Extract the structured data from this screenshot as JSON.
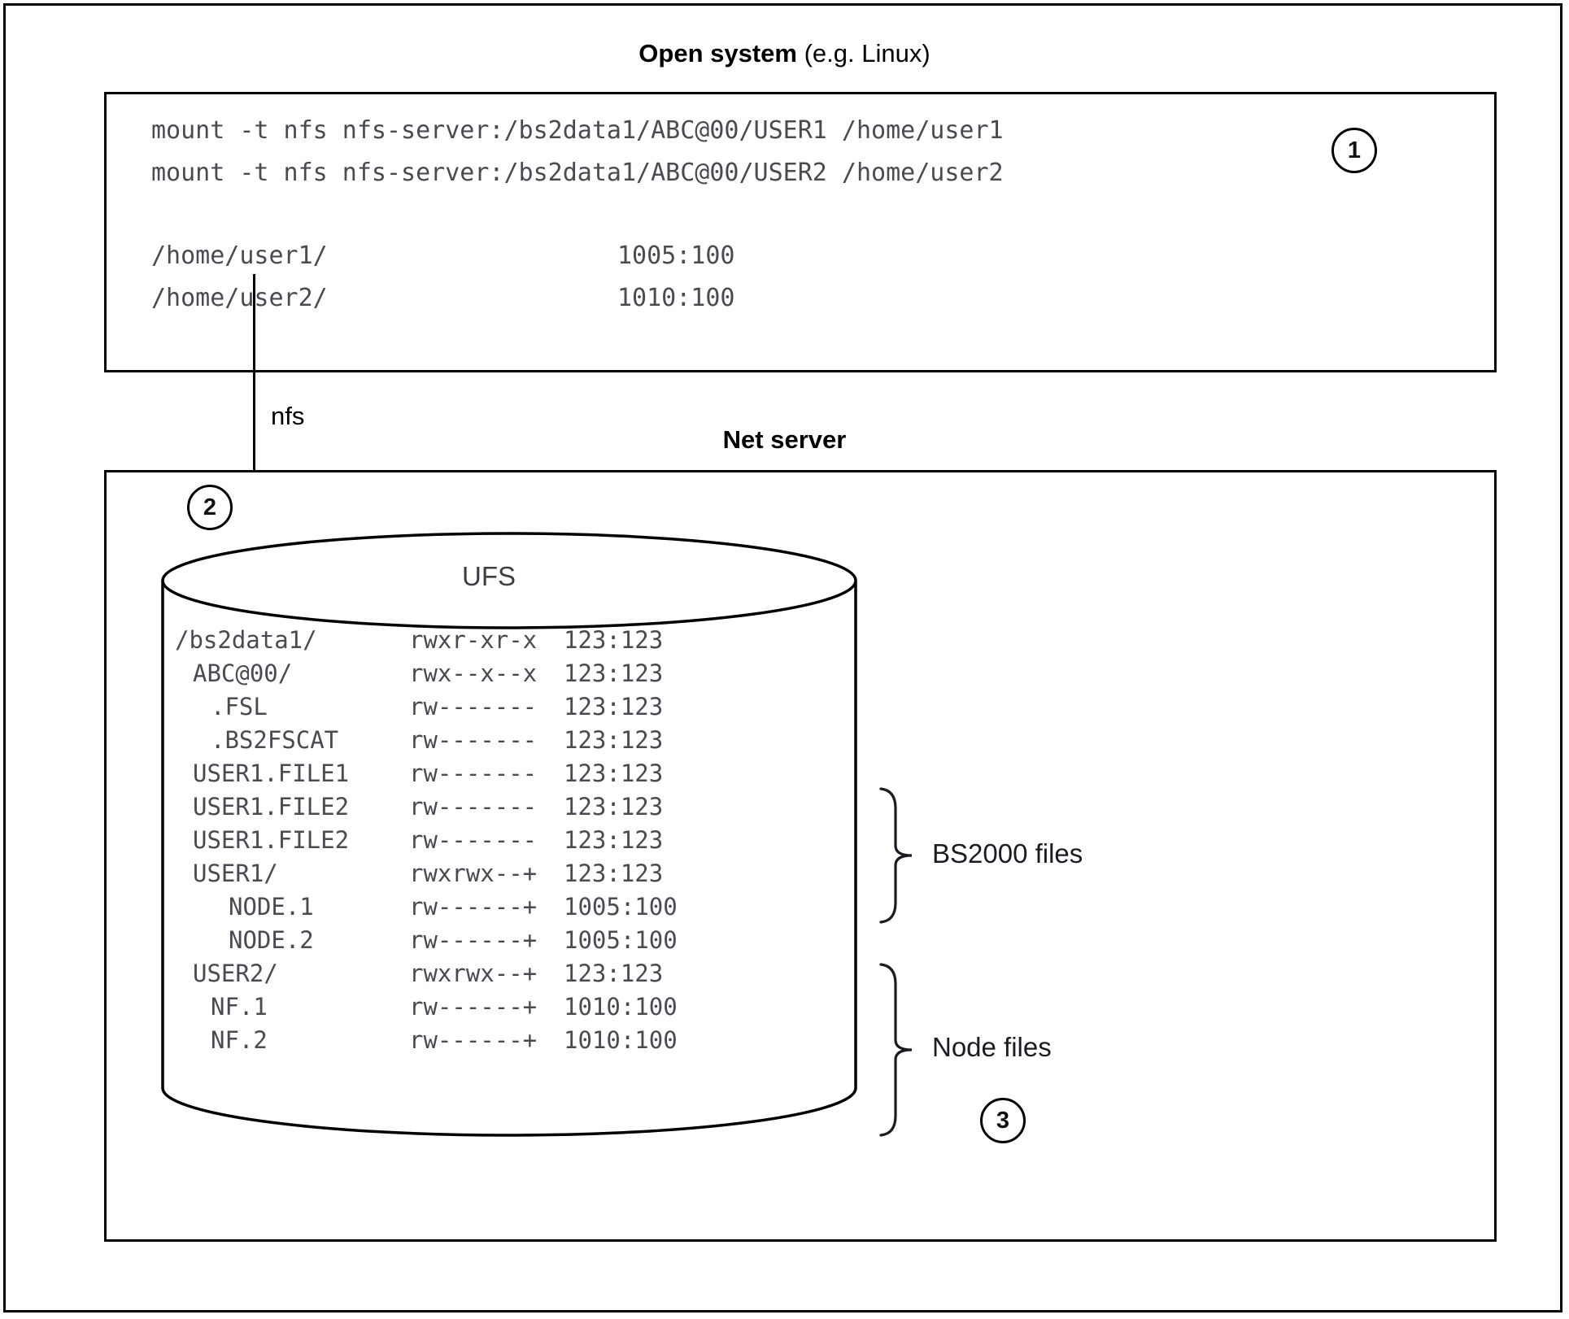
{
  "diagram": {
    "open_system": {
      "caption_bold": "Open system",
      "caption_rest": " (e.g. Linux)",
      "marker": "1",
      "commands": [
        "mount -t nfs nfs-server:/bs2data1/ABC@00/USER1 /home/user1",
        "mount -t nfs nfs-server:/bs2data1/ABC@00/USER2 /home/user2"
      ],
      "mounts": [
        {
          "path": "/home/user1/",
          "owner": "1005:100"
        },
        {
          "path": "/home/user2/",
          "owner": "1010:100"
        }
      ]
    },
    "connection": {
      "label": "nfs"
    },
    "net_server": {
      "caption": "Net server",
      "marker": "2",
      "cylinder_label": "UFS",
      "listing": [
        {
          "name": "/bs2data1/",
          "indent": 0,
          "perm": "rwxr-xr-x",
          "owner": "123:123"
        },
        {
          "name": "ABC@00/",
          "indent": 1,
          "perm": "rwx--x--x",
          "owner": "123:123"
        },
        {
          "name": ".FSL",
          "indent": 2,
          "perm": "rw-------",
          "owner": "123:123"
        },
        {
          "name": ".BS2FSCAT",
          "indent": 2,
          "perm": "rw-------",
          "owner": "123:123"
        },
        {
          "name": "USER1.FILE1",
          "indent": 1,
          "perm": "rw-------",
          "owner": "123:123"
        },
        {
          "name": "USER1.FILE2",
          "indent": 1,
          "perm": "rw-------",
          "owner": "123:123"
        },
        {
          "name": "USER1.FILE2",
          "indent": 1,
          "perm": "rw-------",
          "owner": "123:123"
        },
        {
          "name": "USER1/",
          "indent": 1,
          "perm": "rwxrwx--+",
          "owner": "123:123"
        },
        {
          "name": "NODE.1",
          "indent": 3,
          "perm": "rw------+",
          "owner": "1005:100"
        },
        {
          "name": "NODE.2",
          "indent": 3,
          "perm": "rw------+",
          "owner": "1005:100"
        },
        {
          "name": "USER2/",
          "indent": 1,
          "perm": "rwxrwx--+",
          "owner": "123:123"
        },
        {
          "name": "NF.1",
          "indent": 2,
          "perm": "rw------+",
          "owner": "1010:100"
        },
        {
          "name": "NF.2",
          "indent": 2,
          "perm": "rw------+",
          "owner": "1010:100"
        }
      ],
      "groups": [
        {
          "label": "BS2000 files",
          "marker": ""
        },
        {
          "label": "Node files",
          "marker": "3"
        }
      ]
    }
  }
}
